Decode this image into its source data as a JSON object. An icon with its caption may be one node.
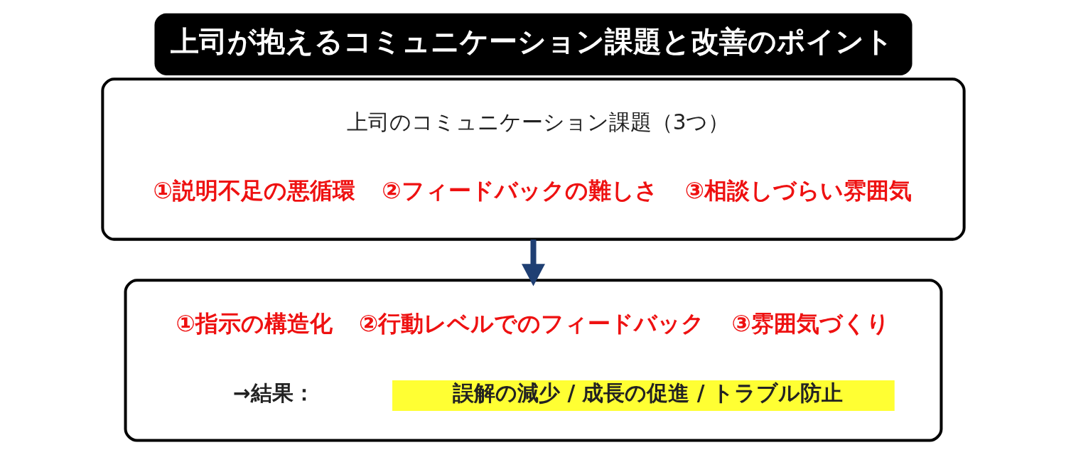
{
  "diagram": {
    "title": "上司が抱えるコミュニケーション課題と改善のポイント",
    "nodes": [
      {
        "text": [
          "上司のコミュニケーション課題（3つ）",
          "①説明不足の悪循環",
          "②フィードバックの難しさ",
          "③相談しづらい雰囲気"
        ]
      },
      {
        "text": [
          "①指示の構造化",
          "②行動レベルでのフィードバック",
          "③雰囲気づくり",
          "→結果：",
          "誤解の減少 / 成長の促進 / トラブル防止"
        ]
      }
    ],
    "edges": [
      {
        "from": 0,
        "to": 1,
        "arrow": "to"
      }
    ]
  }
}
